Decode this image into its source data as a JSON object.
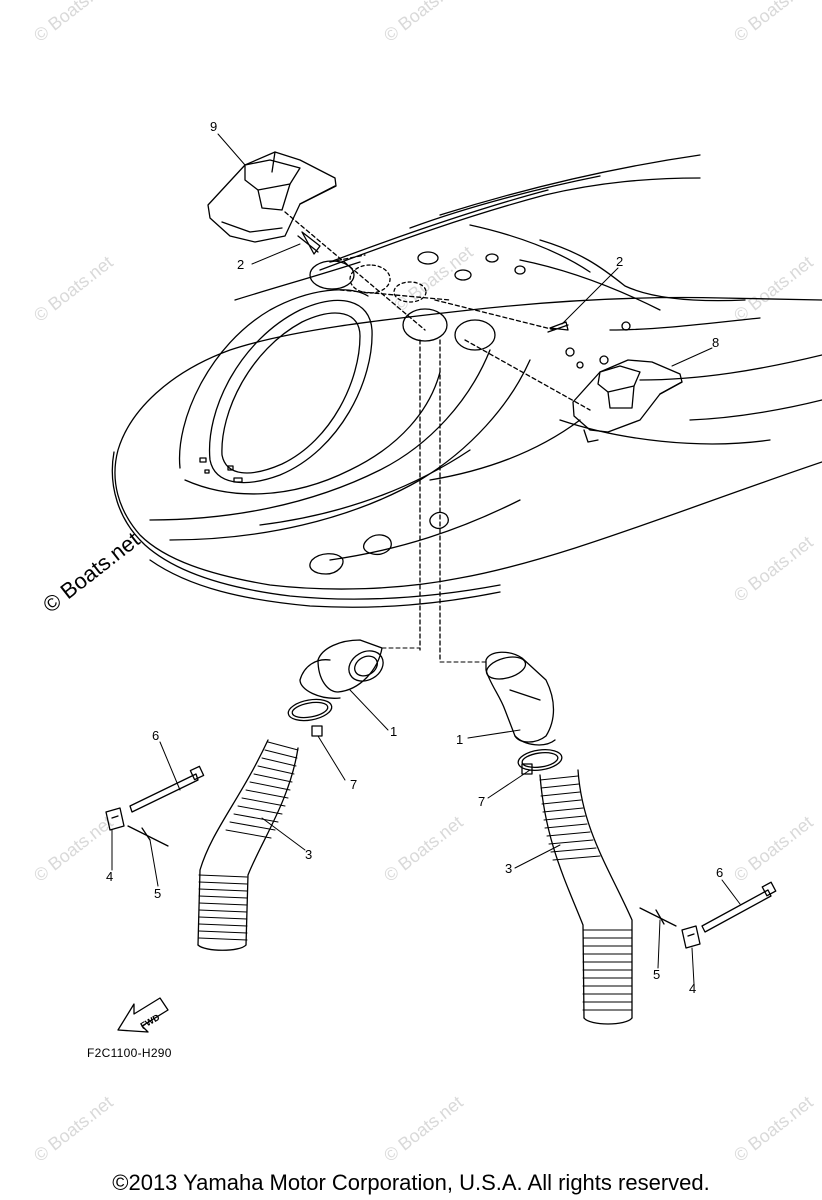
{
  "watermark": {
    "text": "© Boats.net",
    "main_text": "© Boats.net"
  },
  "callouts": [
    {
      "id": "c9",
      "text": "9"
    },
    {
      "id": "c2a",
      "text": "2"
    },
    {
      "id": "c2b",
      "text": "2"
    },
    {
      "id": "c8",
      "text": "8"
    },
    {
      "id": "c1a",
      "text": "1"
    },
    {
      "id": "c1b",
      "text": "1"
    },
    {
      "id": "c6a",
      "text": "6"
    },
    {
      "id": "c7a",
      "text": "7"
    },
    {
      "id": "c7b",
      "text": "7"
    },
    {
      "id": "c3a",
      "text": "3"
    },
    {
      "id": "c3b",
      "text": "3"
    },
    {
      "id": "c4a",
      "text": "4"
    },
    {
      "id": "c5a",
      "text": "5"
    },
    {
      "id": "c6b",
      "text": "6"
    },
    {
      "id": "c5b",
      "text": "5"
    },
    {
      "id": "c4b",
      "text": "4"
    }
  ],
  "fwd_label": "FWD",
  "diagram_code": "F2C1100-H290",
  "copyright": "©2013 Yamaha Motor Corporation, U.S.A. All rights reserved."
}
